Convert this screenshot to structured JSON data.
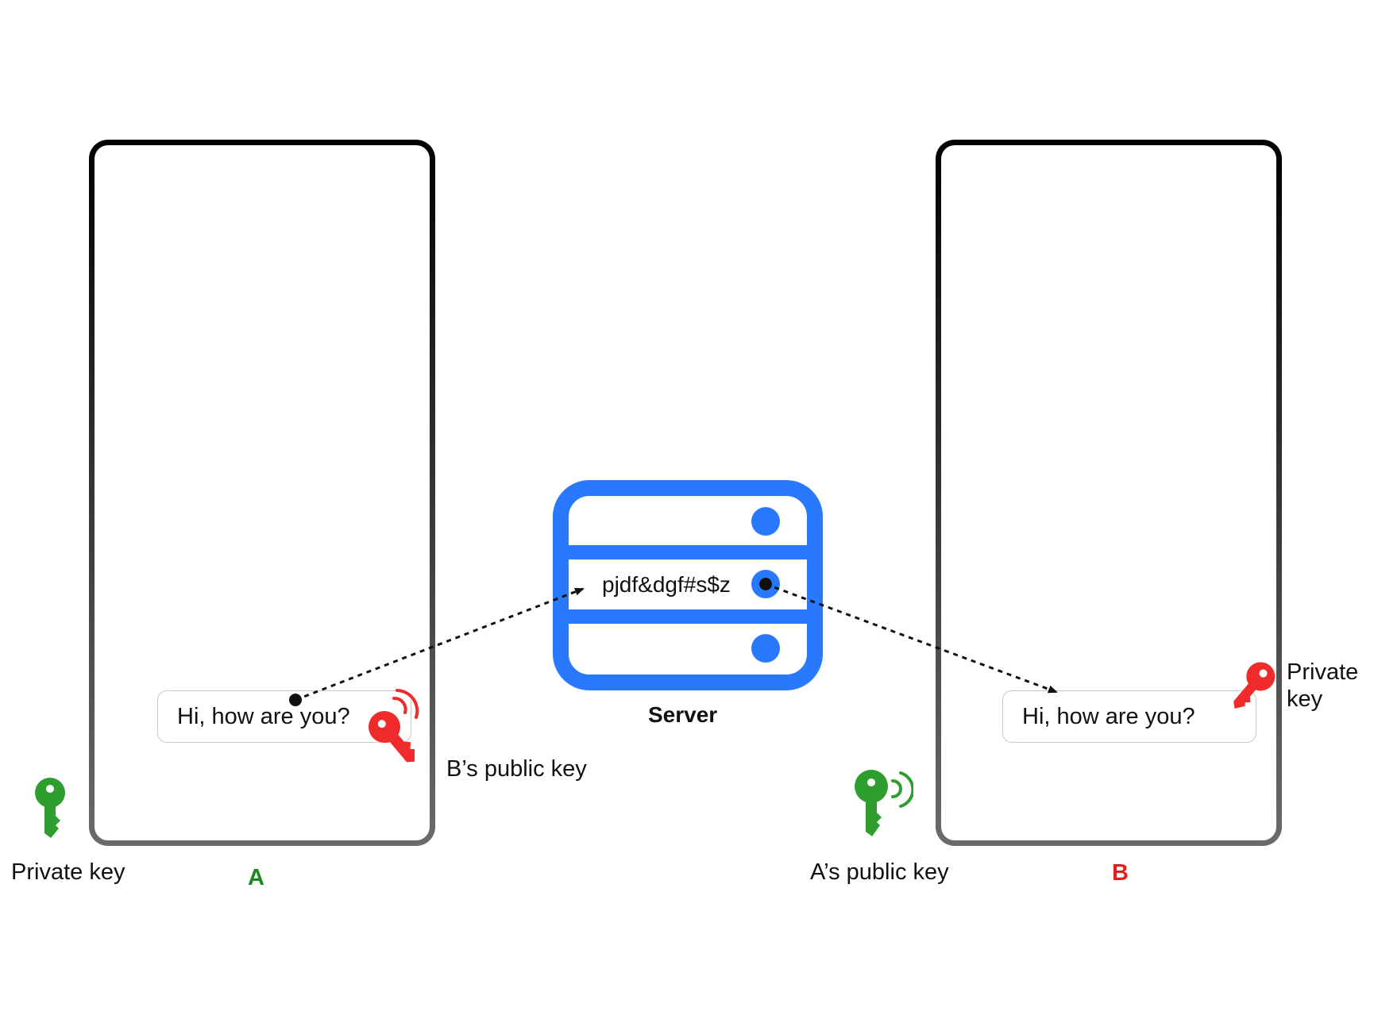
{
  "left_device": {
    "letter": "A",
    "letter_color": "#1a8a1a",
    "bubble_text": "Hi, how are you?",
    "own_key_label": "Private key",
    "received_key_label": "B’s public key"
  },
  "server": {
    "label": "Server",
    "ciphertext": "pjdf&dgf#s$z",
    "color": "#2979ff"
  },
  "right_device": {
    "letter": "B",
    "letter_color": "#e01f1f",
    "bubble_text": "Hi, how are you?",
    "own_key_label_line1": "Private",
    "own_key_label_line2": "key",
    "received_key_label": "A’s public key"
  },
  "colors": {
    "green_key": "#2e9e2e",
    "red_key": "#f02b2b",
    "arrow": "#111111"
  },
  "icons": [
    "key-icon",
    "server-icon",
    "broadcast-waves-icon",
    "arrow-icon"
  ]
}
